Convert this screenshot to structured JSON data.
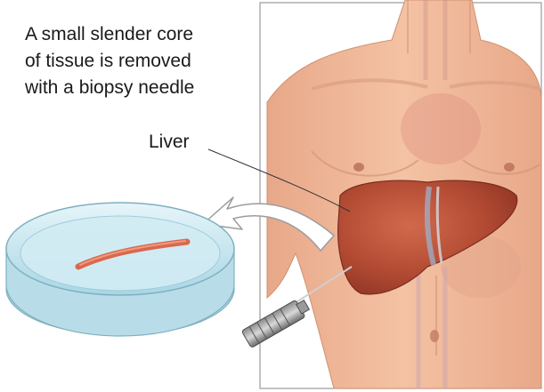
{
  "caption": {
    "line1": "A small slender core",
    "line2": "of tissue is removed",
    "line3": "with a biopsy needle"
  },
  "labels": {
    "liver": "Liver"
  },
  "colors": {
    "skin": "#f0b795",
    "liver": "#b34a32",
    "dish": "#bfe3ee",
    "tissue_core": "#e0745a"
  }
}
